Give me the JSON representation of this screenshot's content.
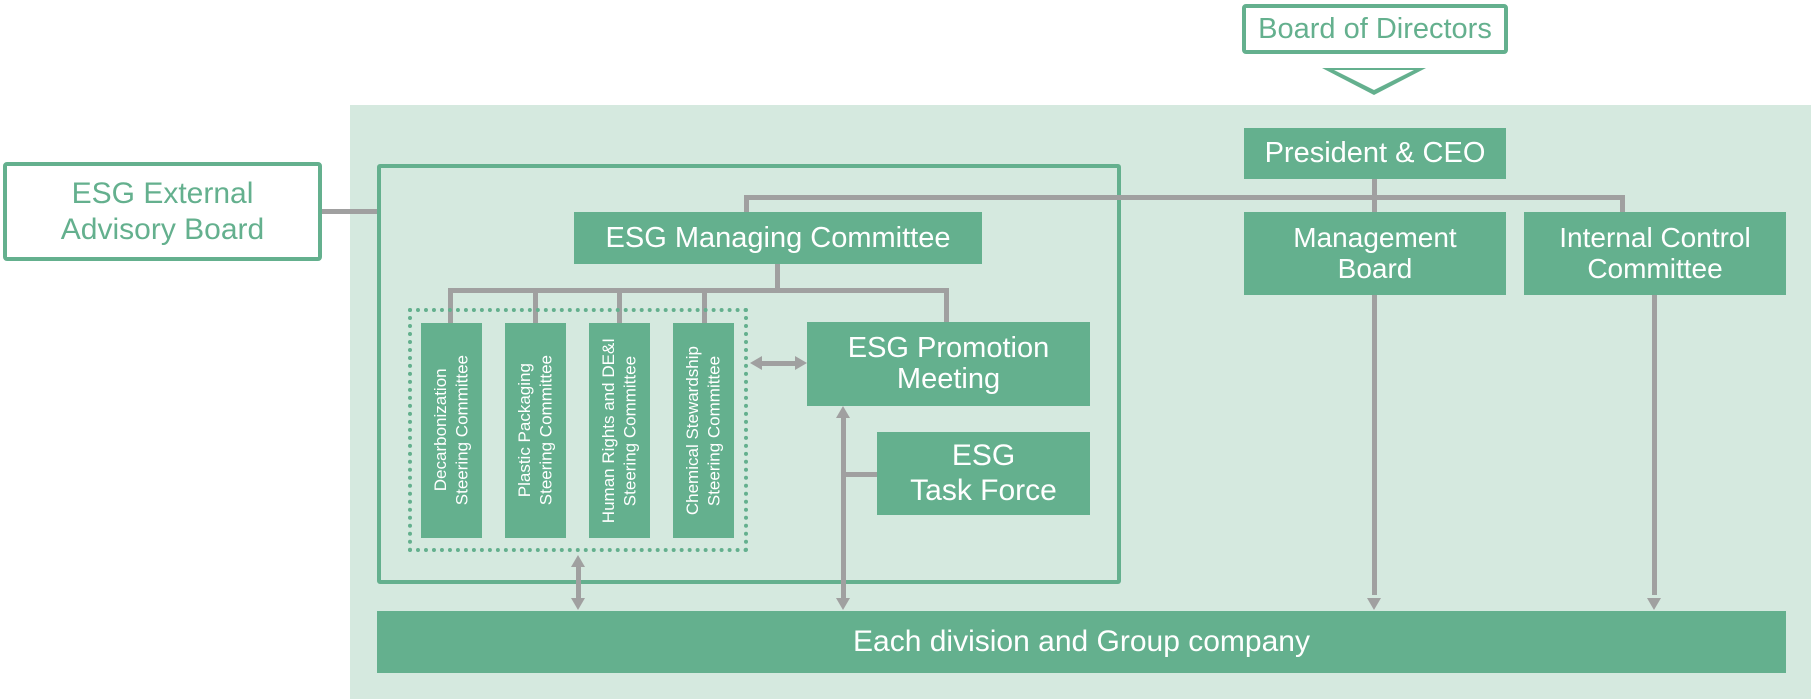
{
  "board_of_directors": "Board of Directors",
  "president_ceo": "President & CEO",
  "management_board": "Management\nBoard",
  "internal_control_committee": "Internal Control\nCommittee",
  "esg_external_advisory_board": "ESG External\nAdvisory Board",
  "esg_managing_committee": "ESG Managing Committee",
  "esg_promotion_meeting": "ESG Promotion\nMeeting",
  "esg_task_force": "ESG\nTask Force",
  "steering_committees": [
    "Decarbonization\nSteering Committee",
    "Plastic Packaging\nSteering Committee",
    "Human Rights and DE&I\nSteering Committee",
    "Chemical Stewardship\nSteering Committee"
  ],
  "each_division": "Each division and Group company",
  "colors": {
    "green": "#64b08e",
    "panel": "#d5e9df",
    "connector": "#a0a0a0"
  }
}
